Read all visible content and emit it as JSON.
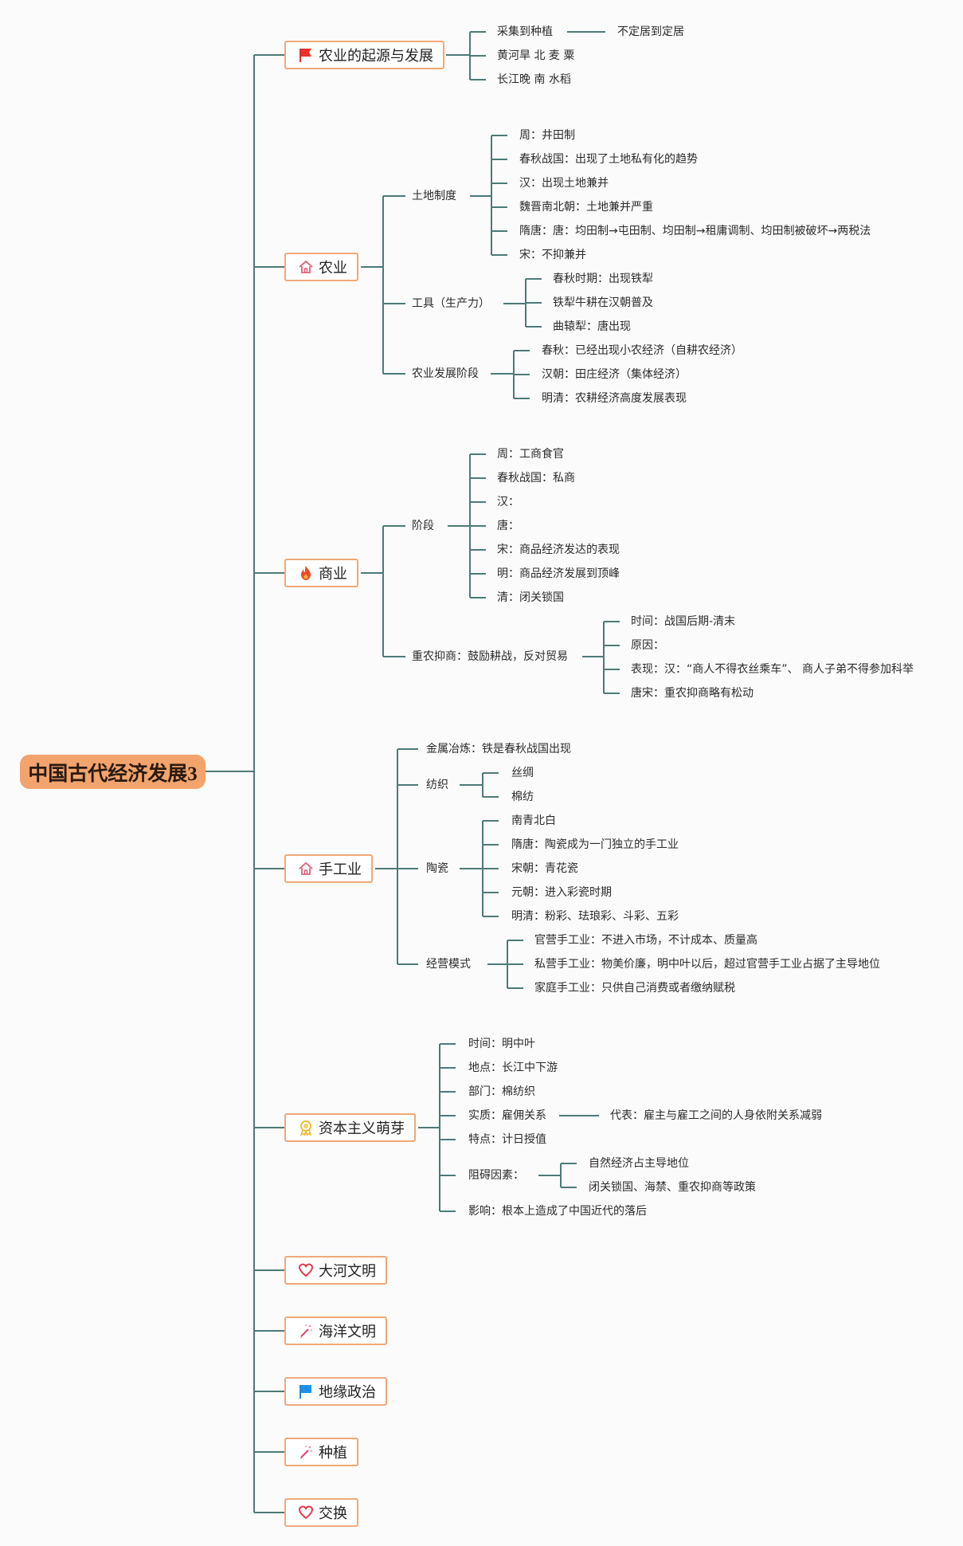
{
  "root": "中国古代经济发展3",
  "nodes": [
    {
      "id": "origin",
      "label": "农业的起源与发展",
      "icon": "red-flag-icon"
    },
    {
      "id": "agri",
      "label": "农业",
      "icon": "house-icon"
    },
    {
      "id": "commerce",
      "label": "商业",
      "icon": "fire-icon"
    },
    {
      "id": "craft",
      "label": "手工业",
      "icon": "house-icon"
    },
    {
      "id": "capital",
      "label": "资本主义萌芽",
      "icon": "award-ribbon-icon"
    },
    {
      "id": "river",
      "label": "大河文明",
      "icon": "heart-icon"
    },
    {
      "id": "ocean",
      "label": "海洋文明",
      "icon": "pencil-sparkle-icon"
    },
    {
      "id": "geo",
      "label": "地缘政治",
      "icon": "blue-flag-icon"
    },
    {
      "id": "plant",
      "label": "种植",
      "icon": "pencil-sparkle-icon"
    },
    {
      "id": "exchange",
      "label": "交换",
      "icon": "heart-icon"
    }
  ],
  "texts": {
    "o1": "采集到种植",
    "o1a": "不定居到定居",
    "o2": "黄河旱 北 麦 粟",
    "o3": "长江晚 南 水稻",
    "a_land": "土地制度",
    "l1": "周：井田制",
    "l2": "春秋战国：出现了土地私有化的趋势",
    "l3": "汉：出现土地兼并",
    "l4": "魏晋南北朝：土地兼并严重",
    "l5": "隋唐：唐：均田制→屯田制、均田制→租庸调制、均田制被破坏→两税法",
    "l6": "宋：不抑兼并",
    "a_tool": "工具（生产力）",
    "t1": "春秋时期：出现铁犁",
    "t2": "铁犁牛耕在汉朝普及",
    "t3": "曲辕犁：唐出现",
    "a_stage": "农业发展阶段",
    "s1": "春秋：已经出现小农经济（自耕农经济）",
    "s2": "汉朝：田庄经济（集体经济）",
    "s3": "明清：农耕经济高度发展表现",
    "c_stage": "阶段",
    "c1": "周：工商食官",
    "c2": "春秋战国：私商",
    "c3": "汉：",
    "c4": "唐：",
    "c5": "宋：商品经济发达的表现",
    "c6": "明：商品经济发展到顶峰",
    "c7": "清：闭关锁国",
    "c_policy": "重农抑商：鼓励耕战，反对贸易",
    "p1": "时间：战国后期-清末",
    "p2": "原因：",
    "p3": "表现：汉：“商人不得衣丝乘车”、 商人子弟不得参加科举",
    "p4": "唐宋：重农抑商略有松动",
    "h_metal": "金属冶炼：铁是春秋战国出现",
    "h_tex": "纺织",
    "x1": "丝绸",
    "x2": "棉纺",
    "h_cer": "陶瓷",
    "e1": "南青北白",
    "e2": "隋唐：陶瓷成为一门独立的手工业",
    "e3": "宋朝：青花瓷",
    "e4": "元朝：进入彩瓷时期",
    "e5": "明清：粉彩、珐琅彩、斗彩、五彩",
    "h_mode": "经营模式",
    "m1": "官营手工业：不进入市场，不计成本、质量高",
    "m2": "私营手工业：物美价廉，明中叶以后，超过官营手工业占据了主导地位",
    "m3": "家庭手工业：只供自己消费或者缴纳赋税",
    "k1": "时间：明中叶",
    "k2": "地点：长江中下游",
    "k3": "部门：棉纺织",
    "k4": "实质：雇佣关系",
    "k4a": "代表：雇主与雇工之间的人身依附关系减弱",
    "k5": "特点：计日授值",
    "k6": "阻碍因素：",
    "k6a": "自然经济占主导地位",
    "k6b": "闭关锁国、海禁、重农抑商等政策",
    "k7": "影响：根本上造成了中国近代的落后"
  }
}
